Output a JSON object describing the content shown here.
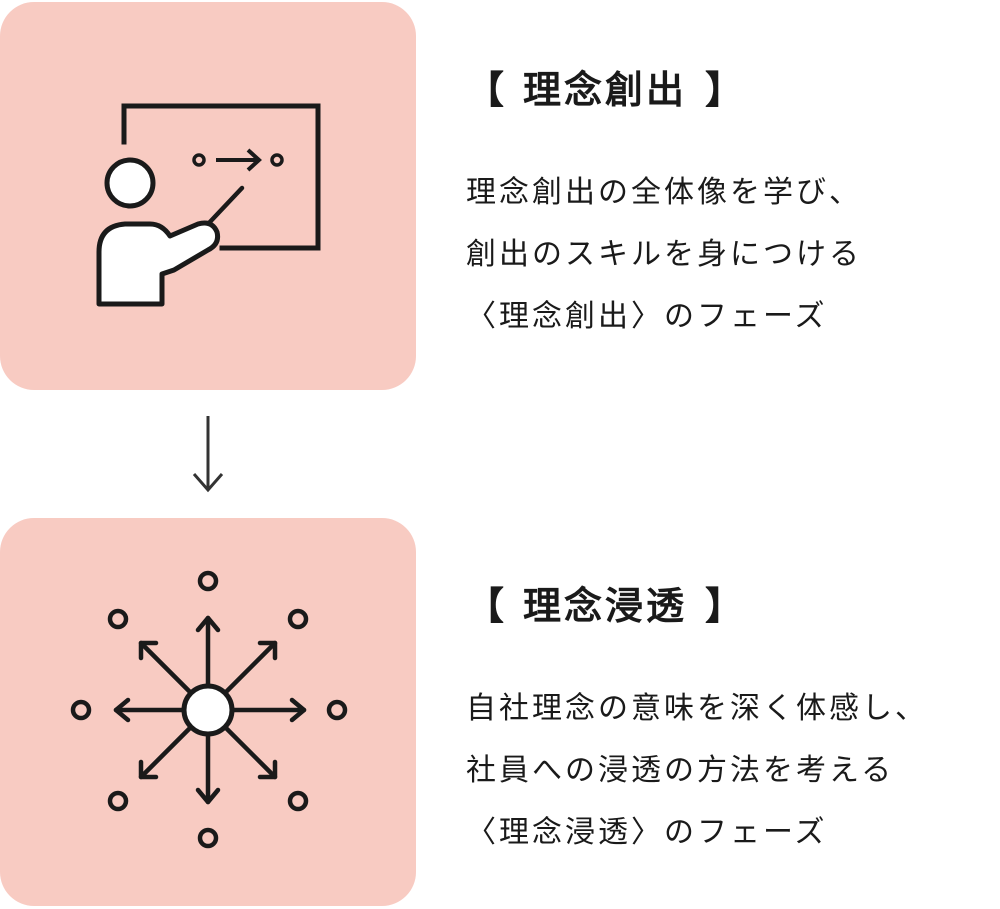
{
  "phases": [
    {
      "title": "理念創出",
      "bracket_open": "【",
      "bracket_close": "】",
      "icon": "teacher-whiteboard-icon",
      "description": [
        "理念創出の全体像を学び、",
        "創出のスキルを身につける",
        "〈理念創出〉のフェーズ"
      ]
    },
    {
      "title": "理念浸透",
      "bracket_open": "【",
      "bracket_close": "】",
      "icon": "radiating-arrows-icon",
      "description": [
        "自社理念の意味を深く体感し、",
        "社員への浸透の方法を考える",
        "〈理念浸透〉のフェーズ"
      ]
    }
  ],
  "flow_arrow": "down-arrow-icon",
  "colors": {
    "card_background": "#f8cbc2",
    "icon_stroke": "#1a1a1a",
    "text": "#1a1a1a"
  }
}
